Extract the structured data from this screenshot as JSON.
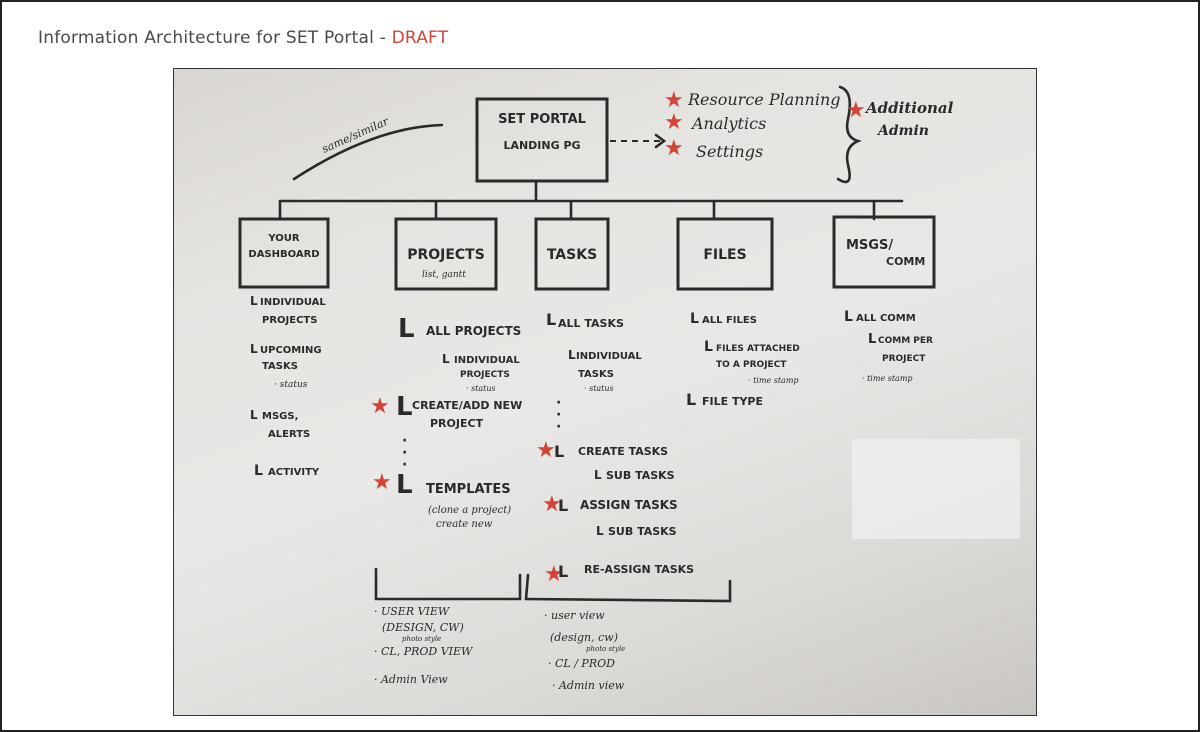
{
  "header": {
    "title": "Information Architecture for SET Portal",
    "separator": " - ",
    "status": "DRAFT",
    "accent_color": "#d0453a"
  },
  "whiteboard": {
    "landing": {
      "line1": "SET PORTAL",
      "line2": "LANDING PG"
    },
    "same_similar": "same/similar",
    "admin_items": [
      "Resource Planning",
      "Analytics",
      "Settings"
    ],
    "admin_group_label": {
      "line1": "Additional",
      "line2": "Admin"
    },
    "sections": [
      {
        "title1": "YOUR",
        "title2": "DASHBOARD",
        "subtitle": ""
      },
      {
        "title1": "PROJECTS",
        "title2": "",
        "subtitle": "list, gantt"
      },
      {
        "title1": "TASKS",
        "title2": "",
        "subtitle": ""
      },
      {
        "title1": "FILES",
        "title2": "",
        "subtitle": ""
      },
      {
        "title1": "MSGS/",
        "title2": "COMM",
        "subtitle": ""
      }
    ],
    "dashboard_items": [
      "INDIVIDUAL",
      "PROJECTS",
      "UPCOMING",
      "TASKS",
      "· status",
      "MSGS,",
      "ALERTS",
      "ACTIVITY"
    ],
    "projects_items": [
      "ALL PROJECTS",
      "INDIVIDUAL",
      "PROJECTS",
      "· status",
      "CREATE/ADD NEW",
      "PROJECT",
      "TEMPLATES",
      "(clone a project)",
      "create new"
    ],
    "tasks_items": [
      "ALL TASKS",
      "INDIVIDUAL",
      "TASKS",
      "· status",
      "CREATE TASKS",
      "SUB TASKS",
      "ASSIGN TASKS",
      "SUB TASKS",
      "RE-ASSIGN TASKS"
    ],
    "files_items": [
      "ALL FILES",
      "FILES ATTACHED",
      "TO A PROJECT",
      "· time stamp",
      "FILE TYPE"
    ],
    "msgs_items": [
      "ALL COMM",
      "COMM PER",
      "PROJECT",
      "· time stamp"
    ],
    "views_left": [
      "· USER VIEW",
      "(DESIGN, CW)",
      "photo style",
      "· CL, PROD VIEW",
      "· Admin View"
    ],
    "views_right": [
      "· user view",
      "(design, cw)",
      "photo style",
      "· CL / PROD",
      "· Admin view"
    ]
  }
}
